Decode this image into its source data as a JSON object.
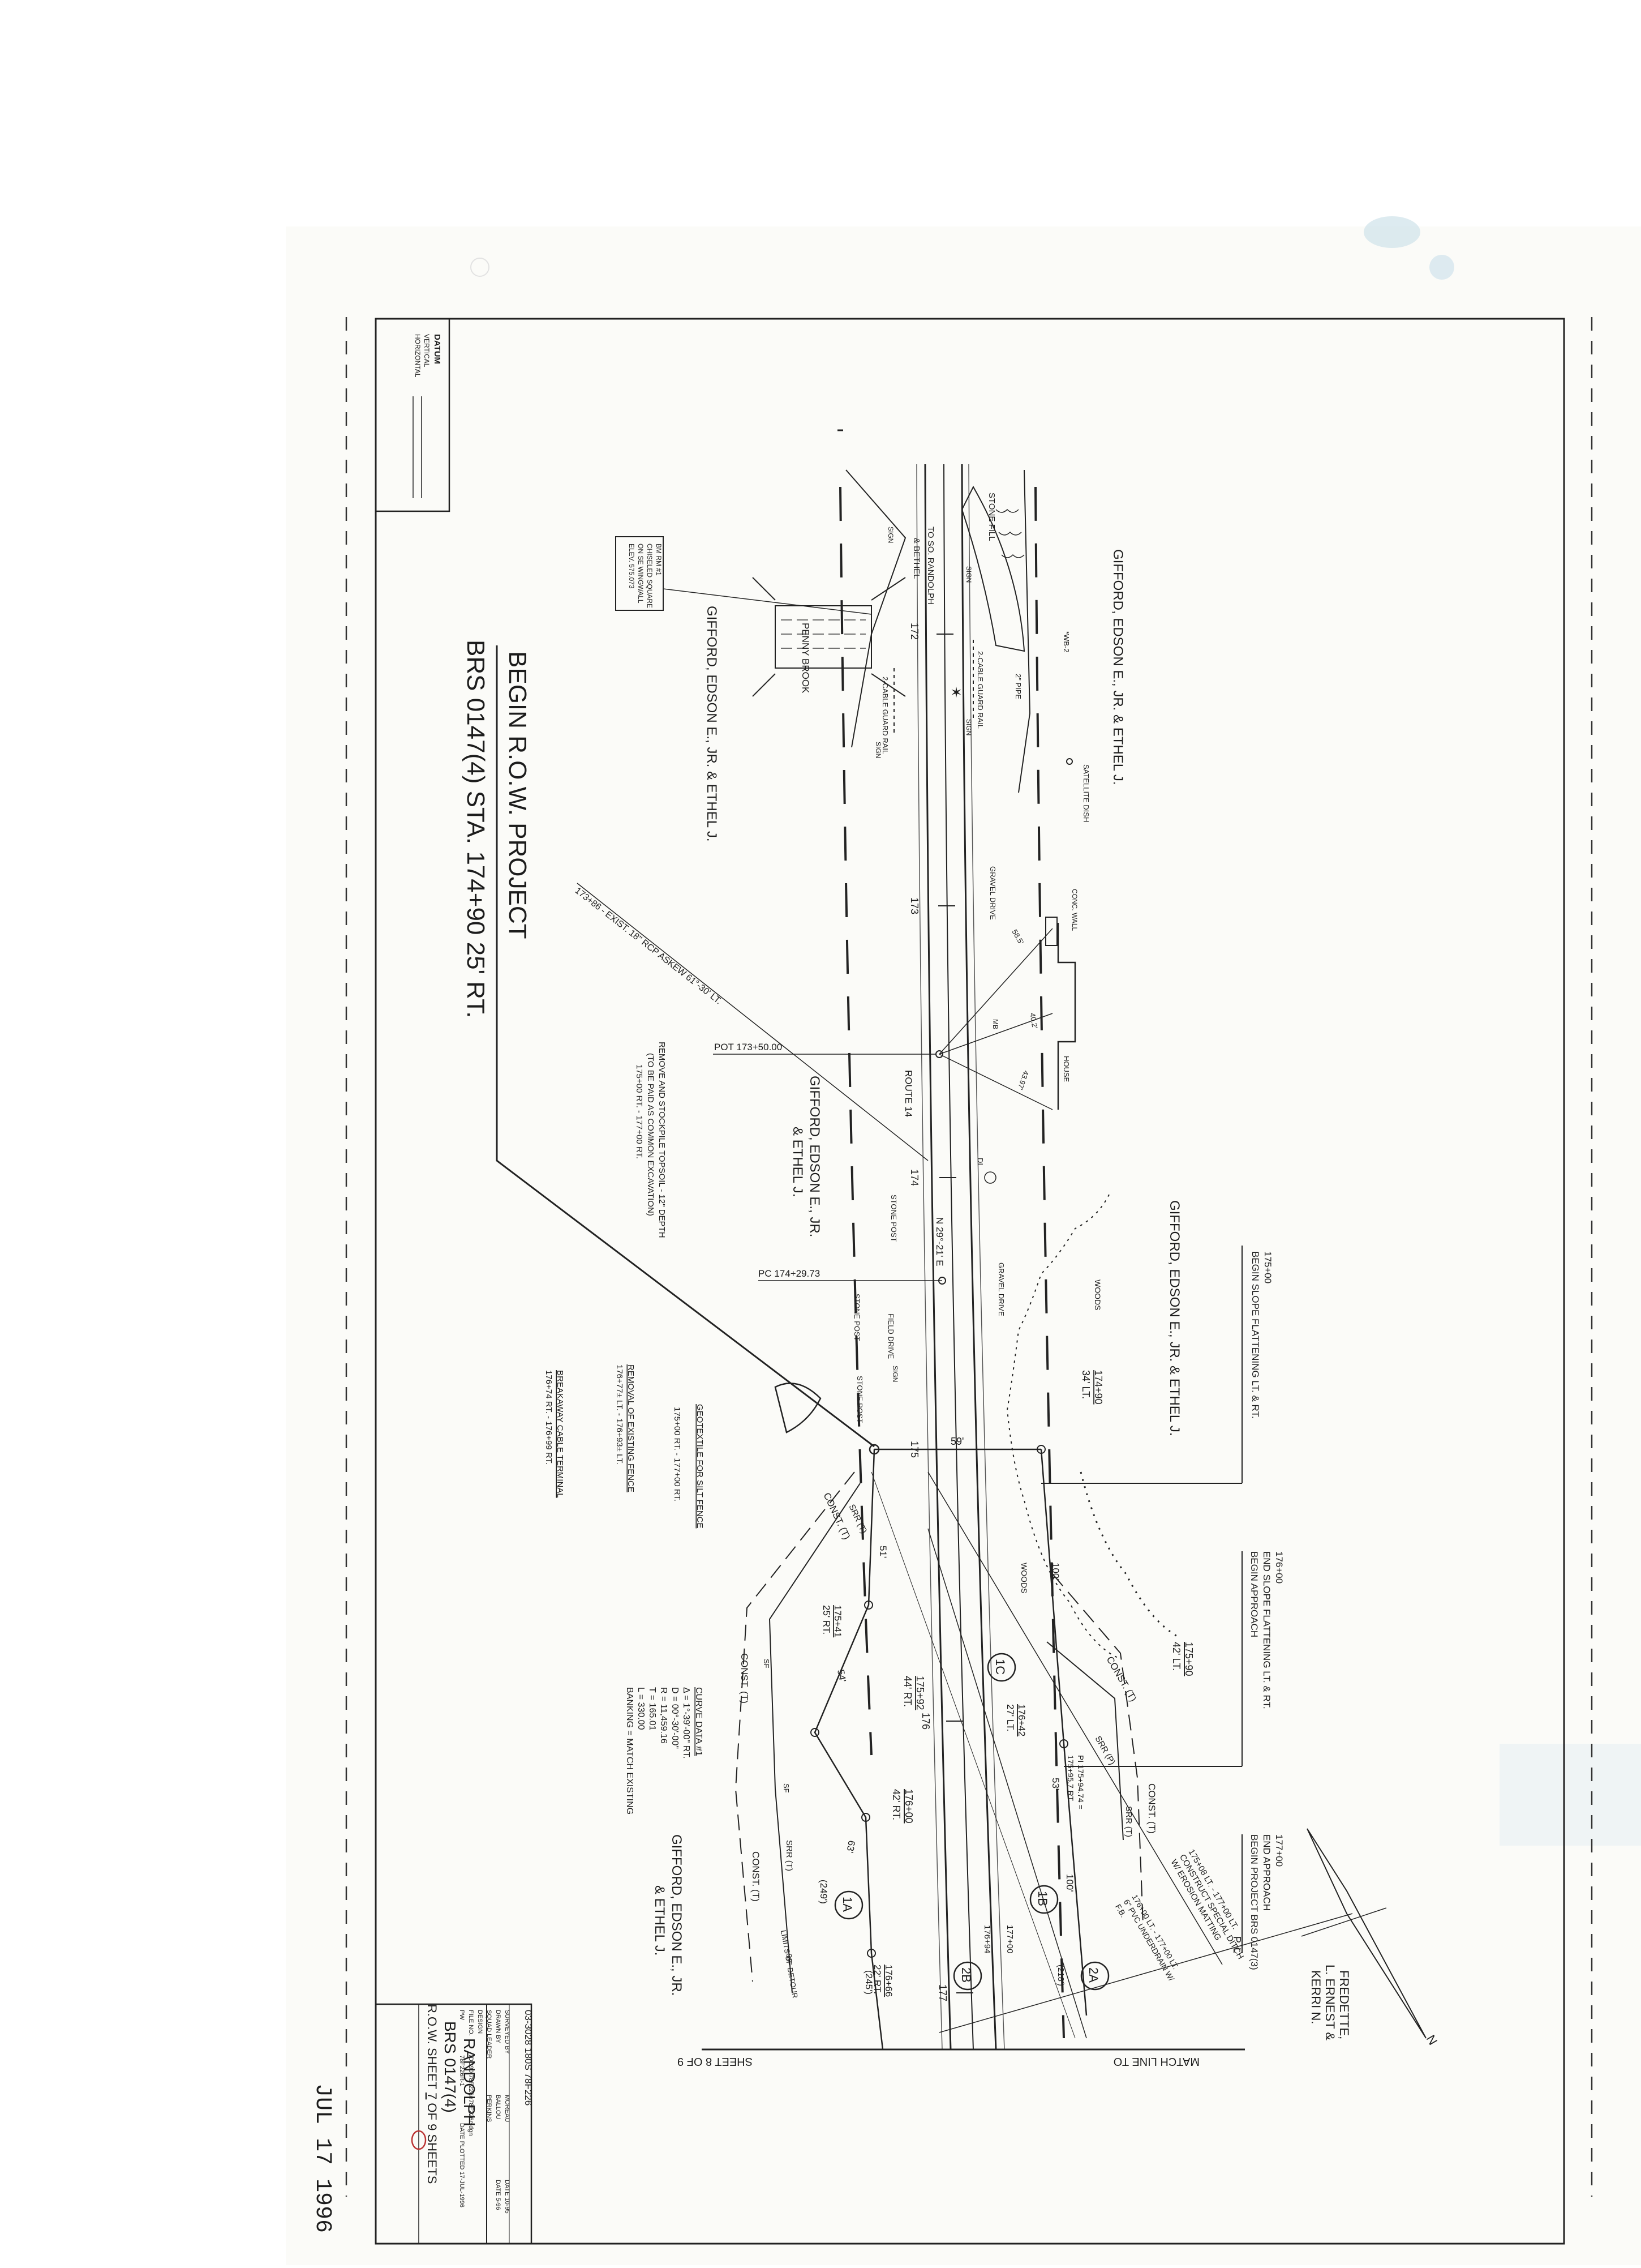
{
  "datum": {
    "title": "DATUM",
    "vertical": "VERTICAL",
    "horizontal": "HORIZONTAL"
  },
  "begin_project": {
    "line1": "BEGIN R.O.W. PROJECT",
    "line2": "BRS 0147(4) STA. 174+90 25' RT."
  },
  "owners": {
    "gifford_top_left": "GIFFORD, EDSON E., JR. & ETHEL J.",
    "gifford_bottom_left": "GIFFORD, EDSON E., JR. & ETHEL J.",
    "gifford_top_right": "GIFFORD, EDSON E., JR. & ETHEL J.",
    "gifford_mid_a": "GIFFORD, EDSON E., JR.",
    "gifford_mid_b": "& ETHEL J.",
    "gifford_low_a": "GIFFORD, EDSON E., JR.",
    "gifford_low_b": "& ETHEL J.",
    "fredette_1": "FREDETTE,",
    "fredette_2": "L. ERNEST &",
    "fredette_3": "KERRI N."
  },
  "benchmark": {
    "line1": "BM RM #1",
    "line2": "CHISELED SQUARE",
    "line3": "ON SE WINGWALL",
    "line4": "ELEV. 575.073"
  },
  "features": {
    "stone_fill": "STONE FILL",
    "to_randolph": "TO SO. RANDOLPH",
    "and_bethel": "& BETHEL",
    "penny_brook": "PENNY BROOK",
    "sign1": "SIGN",
    "sign2": "SIGN",
    "sign3": "SIGN",
    "sign4": "SIGN",
    "cable_guard_1": "2-CABLE GUARD RAIL",
    "cable_guard_2": "2-CABLE GUARD RAIL",
    "pipe": "2\" PIPE",
    "wb2": "*WB-2",
    "satellite": "SATELLITE DISH",
    "gravel_drive": "GRAVEL DRIVE",
    "conc_wall": "CONC. WALL",
    "house": "HOUSE",
    "route14": "ROUTE 14",
    "mb": "MB",
    "stone_post_1": "STONE POST",
    "stone_post_2": "STONE POST",
    "stone_post_3": "STONE POST",
    "field_drive": "FIELD DRIVE",
    "gravel_drive_2": "GRAVEL DRIVE",
    "woods_1": "WOODS",
    "woods_2": "WOODS",
    "di": "DI"
  },
  "stations": {
    "s172": "172",
    "s173": "173",
    "s174": "174",
    "s175": "175",
    "s176": "176",
    "s177": "177",
    "bearing": "N 29°-21' E",
    "pot": "POT 173+50.00",
    "pc": "PC 174+29.73",
    "culvert": "173+86 - EXIST. 18\" RCP ASKEW 61°-30' LT.",
    "dim_58": "58.5'",
    "dim_40": "40.2'",
    "dim_43": "43.97'"
  },
  "notes": {
    "topsoil_1": "REMOVE AND STOCKPILE TOPSOIL - 12\" DEPTH",
    "topsoil_2": "(TO BE PAID AS COMMON EXCAVATION)",
    "topsoil_3": "175+00 RT. - 177+00 RT.",
    "geotextile_1": "GEOTEXTILE FOR SILT FENCE",
    "geotextile_2": "175+00 RT. - 177+00 RT.",
    "fence_1": "REMOVAL OF EXISTING FENCE",
    "fence_2": "176+77± LT. - 176+93± LT.",
    "cable_1": "BREAKAWAY CABLE TERMINAL",
    "cable_2": "176+74 RT. - 176+99 RT.",
    "slope_175_sta": "175+00",
    "slope_175": "BEGIN SLOPE FLATTENING LT. & RT.",
    "slope_176_sta": "176+00",
    "slope_176_a": "END SLOPE FLATTENING LT. & RT.",
    "slope_176_b": "BEGIN APPROACH",
    "approach_177_sta": "177+00",
    "approach_177_a": "END APPROACH",
    "approach_177_b": "BEGIN PROJECT BRS 0147(3)",
    "ditch_1": "175+08 LT. - 177+00 LT.",
    "ditch_2": "CONSTRUCT SPECIAL DITCH",
    "ditch_3": "W/ EROSION MATTING",
    "underdrain_1": "176+00 LT. - 177+00 LT.",
    "underdrain_2": "6\" PVC UNDERDRAIN W/",
    "underdrain_3": "F.B.",
    "limits_detour": "LIMITS OF DETOUR"
  },
  "curve_data": {
    "title": "CURVE DATA #1",
    "delta": "Δ = 1°-39'-00\" RT.",
    "d": "D = 00°-30'-00\"",
    "r": "R = 11,459.16",
    "t": "T = 165.01",
    "l": "L = 330.00",
    "banking": "BANKING = MATCH EXISTING"
  },
  "row": {
    "r1_sta": "174+90",
    "r1_off": "34' LT.",
    "r2_sta": "175+90",
    "r2_off": "42' LT.",
    "r3_sta": "175+41",
    "r3_off": "25' RT.",
    "r4_sta": "175+92",
    "r4_off": "44' RT.",
    "r5_sta": "176+00",
    "r5_off": "42' RT.",
    "r6_sta": "176+42",
    "r6_off": "27' LT.",
    "r7_sta": "176+66",
    "r7_off": "22' RT.",
    "r8": "176+94",
    "r9": "177+00",
    "pi": "PI 175+94.74 =",
    "pi2": "175+95.7 RT."
  },
  "dims": {
    "d59": "59'",
    "d51": "51'",
    "d54": "54'",
    "d100a": "100'",
    "d100b": "100'",
    "d53": "53'",
    "d63": "63'",
    "d249": "(249')",
    "d245": "(245')",
    "d218": "(218')"
  },
  "parcels": {
    "p1a": "1A",
    "p1b": "1B",
    "p1c": "1C",
    "p2a": "2A",
    "p2b": "2B"
  },
  "const": {
    "c1": "CONST. (T)",
    "c2": "SRR (T)",
    "c3": "CONST. (T)",
    "c4": "CONST. (T)",
    "c5": "SRR (T)",
    "c6": "CONST. (T)",
    "c7": "SRR (P)",
    "c8": "CONST. (T)",
    "c9": "SRR (T)",
    "sf1": "SF",
    "sf2": "SF",
    "sf3": "SF",
    "pl1": "P",
    "pl2": "L"
  },
  "match_line": "MATCH LINE TO",
  "sheet8": "SHEET 8 OF 9",
  "title_block": {
    "code": "03-3028  180S  78F226",
    "surveyed_by": "SURVEYED BY",
    "surveyed_val": "MOREAU",
    "surveyed_date": "DATE 10-95",
    "drawn_by": "DRAWN BY",
    "drawn_val": "BALLOU",
    "drawn_date": "DATE 5-96",
    "squad": "SQUAD LEADER",
    "squad_val": "PERKINS",
    "design": "DESIGN",
    "file": "FILE NO.",
    "fname": "/DC90/78F226/r78F226c.dgn",
    "pw": "PW",
    "plotted": "DATE PLOTTED 17-JUL-1996",
    "fnum": "78F226R-1",
    "town": "RANDOLPH",
    "project": "BRS 0147(4)",
    "sheet_a": "R.O.W. SHEET ",
    "sheet_num": "7",
    "sheet_b": " OF 9 SHEETS"
  },
  "stamp_date": "JUL 17 1996",
  "north": "N"
}
